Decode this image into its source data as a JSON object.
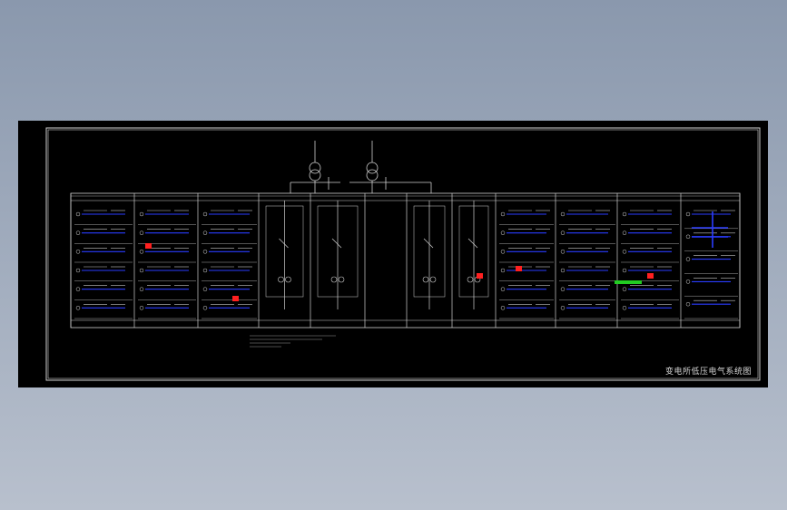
{
  "drawing": {
    "title": "变电所低压电气系统图",
    "colors": {
      "background": "#000000",
      "lines": "#d0d0d0",
      "circuits": "#2a3cff",
      "highlight_red": "#ff2020",
      "highlight_green": "#22cc22",
      "text": "#c8c8c8"
    },
    "panel_count": 11,
    "transformer_count": 2,
    "icons": [
      "transformer-symbol",
      "breaker-symbol",
      "current-transformer-symbol"
    ]
  }
}
